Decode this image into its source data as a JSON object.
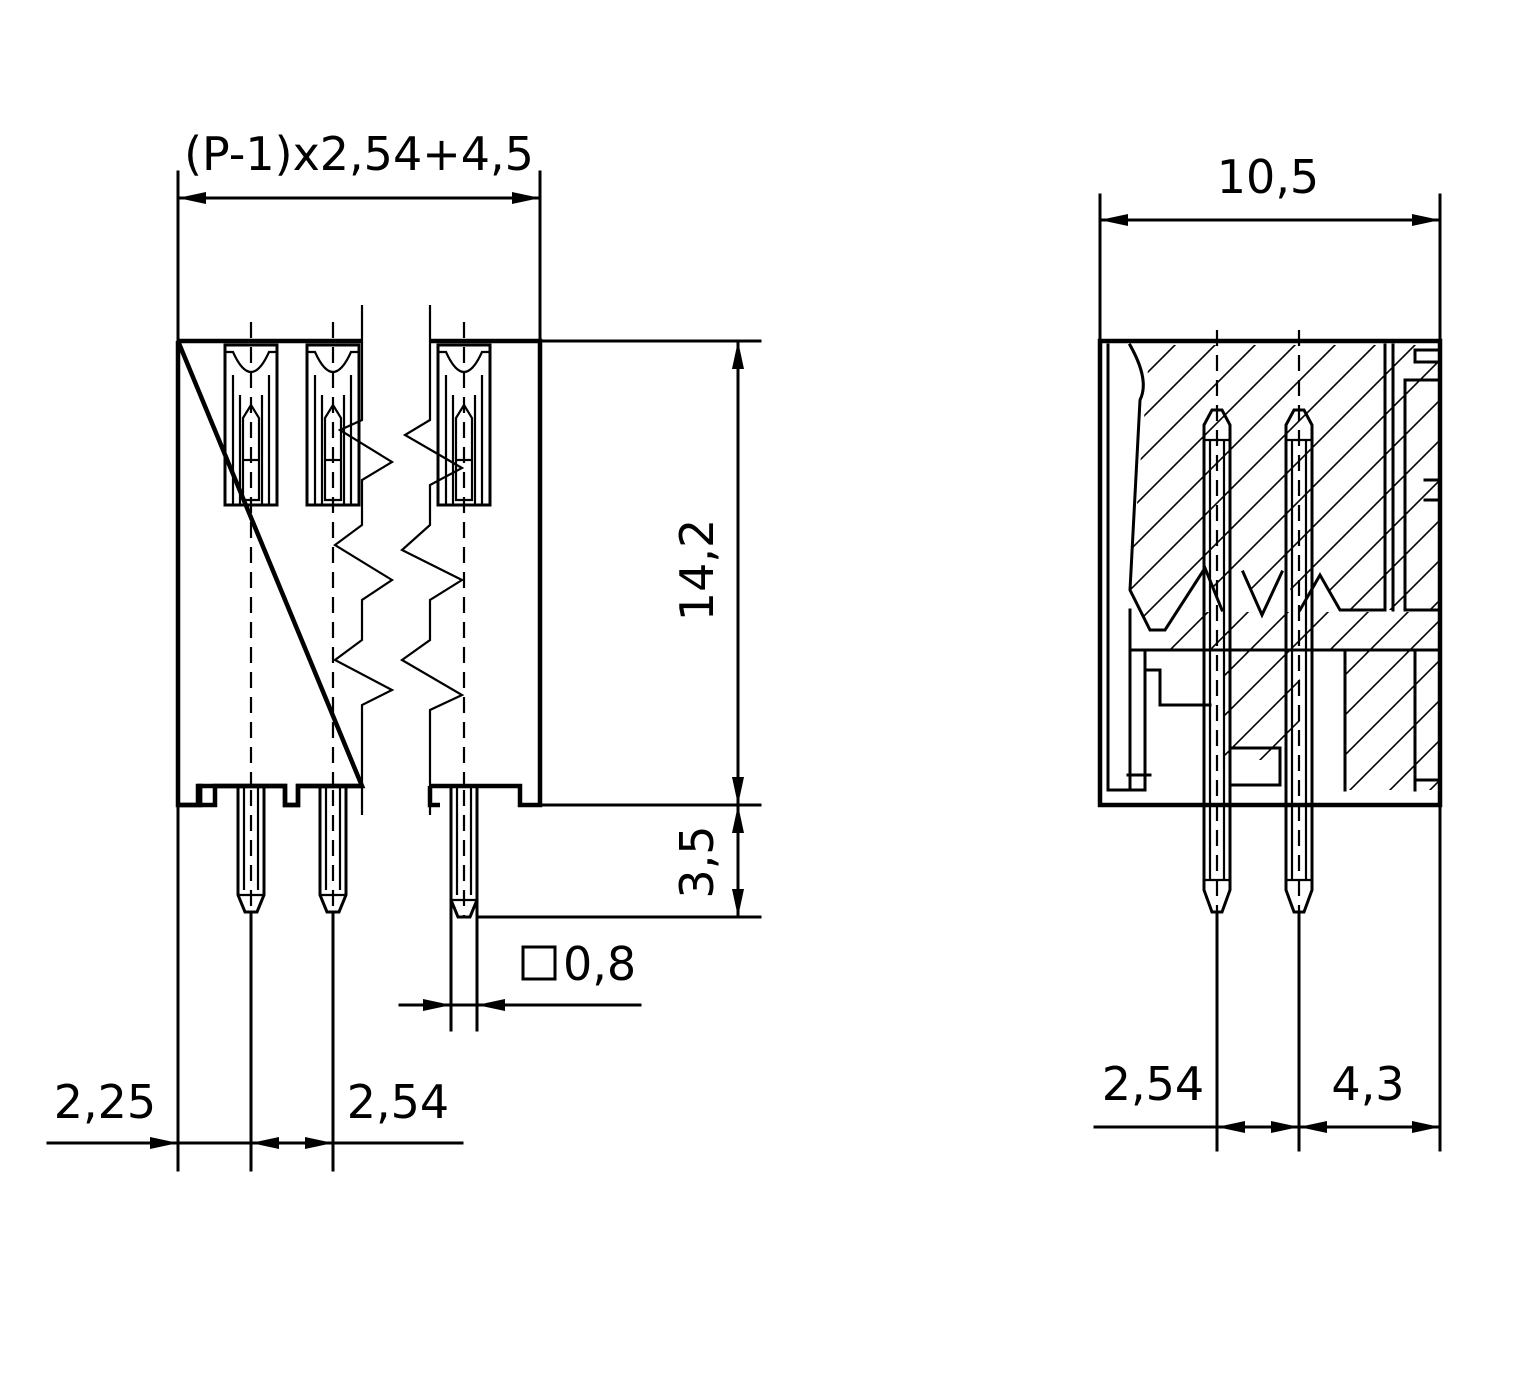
{
  "drawing": {
    "front_view": {
      "width_dim": "(P-1)x2,54+4,5",
      "height_dim": "14,2",
      "pin_length_dim": "3,5",
      "pin_square_dim": "0,8",
      "edge_offset_dim": "2,25",
      "pitch_dim": "2,54"
    },
    "side_view": {
      "width_dim": "10,5",
      "pitch_dim": "2,54",
      "offset_dim": "4,3"
    }
  }
}
